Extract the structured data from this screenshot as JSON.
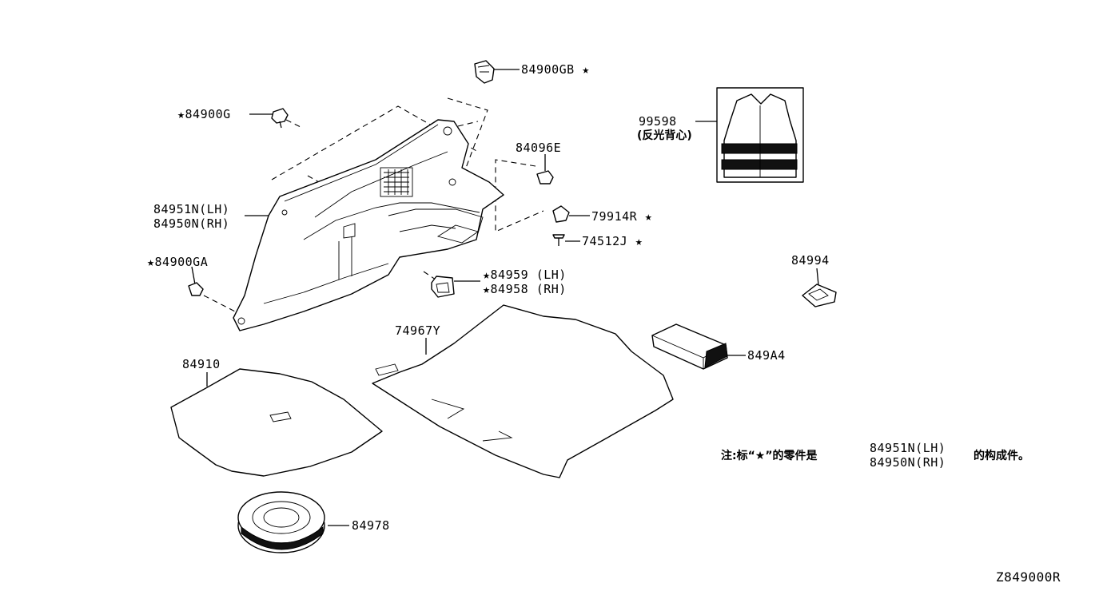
{
  "parts": {
    "p84900GB": "84900GB ★",
    "p84900G": "★84900G",
    "p84096E": "84096E",
    "p99598": "99598",
    "p99598_cn": "(反光背心)",
    "p84951N": "84951N(LH)",
    "p84950N": "84950N(RH)",
    "p79914R": "79914R ★",
    "p74512J": "74512J ★",
    "p84900GA": "★84900GA",
    "p84959": "★84959 (LH)",
    "p84958": "★84958 (RH)",
    "p84994": "84994",
    "p74967Y": "74967Y",
    "p849A4": "849A4",
    "p84910": "84910",
    "p84978": "84978"
  },
  "note": {
    "prefix": "注:标“★”的零件是",
    "part_lh": "84951N(LH)",
    "part_rh": "84950N(RH)",
    "suffix": "的构成件。"
  },
  "diagram_code": "Z849000R"
}
